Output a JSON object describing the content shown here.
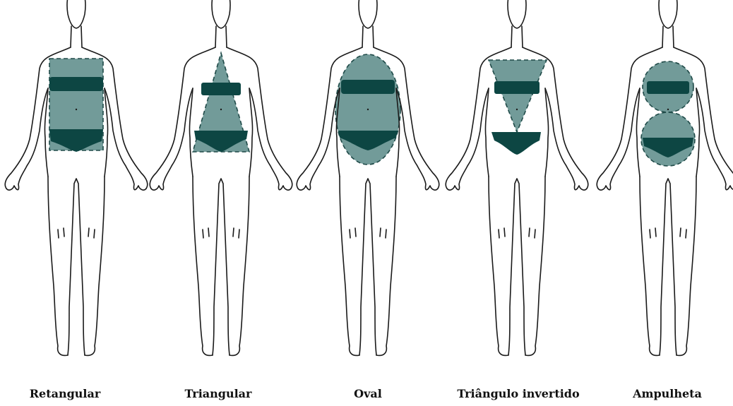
{
  "colors": {
    "shape_fill": "#2f6b68",
    "band": "#0d4643",
    "outline": "#1a1a1a"
  },
  "figures": [
    {
      "label": "Retangular",
      "shape": "rectangle"
    },
    {
      "label": "Triangular",
      "shape": "triangle"
    },
    {
      "label": "Oval",
      "shape": "oval"
    },
    {
      "label": "Triângulo invertido",
      "shape": "inverted-triangle"
    },
    {
      "label": "Ampulheta",
      "shape": "hourglass"
    }
  ]
}
